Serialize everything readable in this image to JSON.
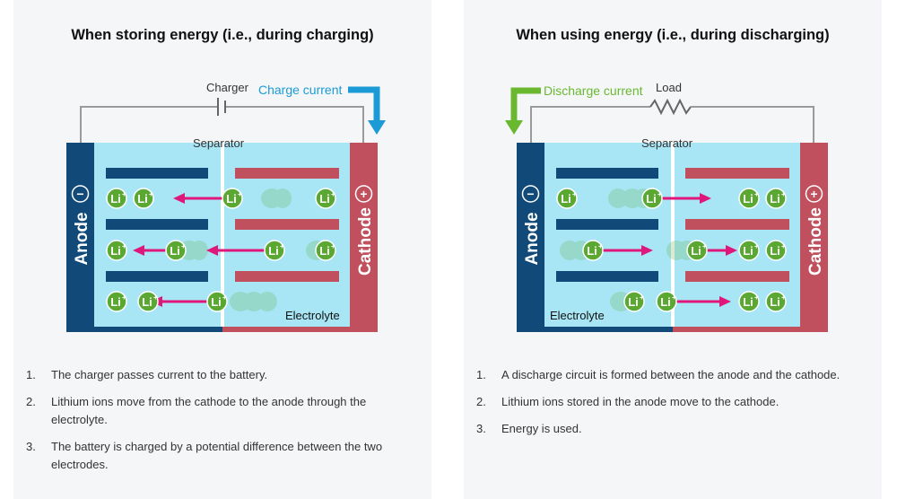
{
  "left": {
    "title": "When storing energy (i.e., during charging)",
    "charger_label": "Charger",
    "current_label": "Charge current",
    "separator_label": "Separator",
    "electrolyte_label": "Electrolyte",
    "anode_label": "Anode",
    "cathode_label": "Cathode",
    "steps": [
      {
        "num": "1.",
        "text": "The charger passes current to the battery."
      },
      {
        "num": "2.",
        "text": "Lithium ions move from the cathode to the anode through the electrolyte."
      },
      {
        "num": "3.",
        "text": "The battery is charged by a potential difference between the two electrodes."
      }
    ]
  },
  "right": {
    "title": "When using energy (i.e., during discharging)",
    "load_label": "Load",
    "current_label": "Discharge current",
    "separator_label": "Separator",
    "electrolyte_label": "Electrolyte",
    "anode_label": "Anode",
    "cathode_label": "Cathode",
    "steps": [
      {
        "num": "1.",
        "text": "A discharge circuit is formed between the anode and the cathode."
      },
      {
        "num": "2.",
        "text": "Lithium ions stored in the anode move to the cathode."
      },
      {
        "num": "3.",
        "text": "Energy is used."
      }
    ]
  },
  "ion_label": "Li",
  "ion_superscript": "+",
  "minus_sign": "−",
  "plus_sign": "+",
  "colors": {
    "anode": "#114a78",
    "cathode": "#c0505e",
    "electrolyte": "#a8e6f5",
    "ion": "#5aa832",
    "arrow": "#e0177a",
    "charge_current": "#1b9ad6",
    "discharge_current": "#6ab830",
    "wire": "#9a9a9a"
  }
}
